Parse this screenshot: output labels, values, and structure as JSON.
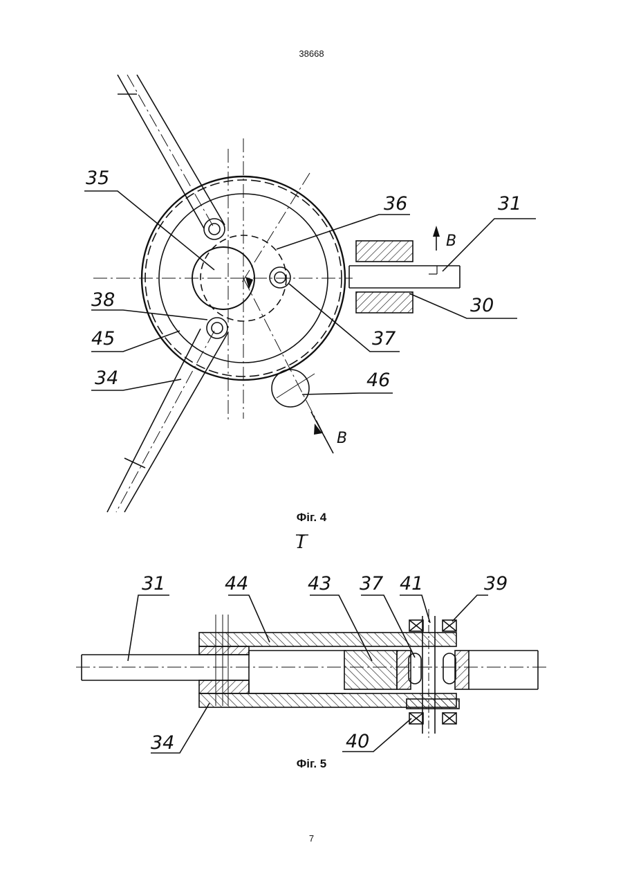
{
  "header": {
    "patent_number": "38668"
  },
  "figure4": {
    "caption": "Фіг. 4",
    "labels": {
      "l35": "35",
      "l36": "36",
      "l31": "31",
      "l30": "30",
      "l37": "37",
      "l38": "38",
      "l45": "45",
      "l34": "34",
      "l46": "46",
      "arrow_b_top": "B",
      "arrow_b_bottom": "B"
    }
  },
  "figure5": {
    "caption": "Фіг. 5",
    "view_mark": "I",
    "labels": {
      "l31": "31",
      "l44": "44",
      "l43": "43",
      "l37": "37",
      "l41": "41",
      "l39": "39",
      "l34": "34",
      "l40": "40"
    }
  },
  "footer": {
    "page_number": "7"
  }
}
